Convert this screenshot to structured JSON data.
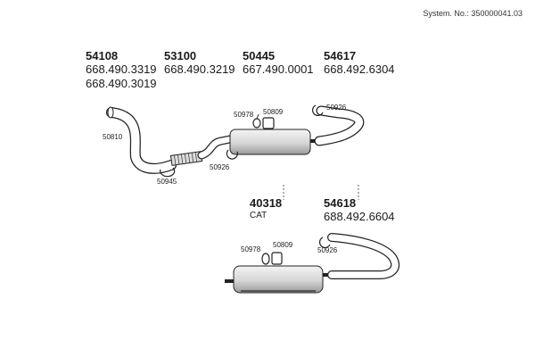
{
  "header": {
    "system_no": "System. No.: 350000041.03"
  },
  "groups": [
    {
      "code": "54108",
      "refs": [
        "668.490.3319",
        "668.490.3019"
      ]
    },
    {
      "code": "53100",
      "refs": [
        "668.490.3219"
      ]
    },
    {
      "code": "50445",
      "refs": [
        "667.490.0001"
      ]
    },
    {
      "code": "54617",
      "refs": [
        "668.492.6304"
      ]
    },
    {
      "code": "40318",
      "note": "CAT"
    },
    {
      "code": "54618",
      "refs": [
        "688.492.6604"
      ]
    }
  ],
  "parts": {
    "p50810": "50810",
    "p50945": "50945",
    "p50926a": "50926",
    "p50978a": "50978",
    "p50809a": "50809",
    "p50926b": "50926",
    "p50978b": "50978",
    "p50809b": "50809",
    "p50926c": "50926"
  }
}
